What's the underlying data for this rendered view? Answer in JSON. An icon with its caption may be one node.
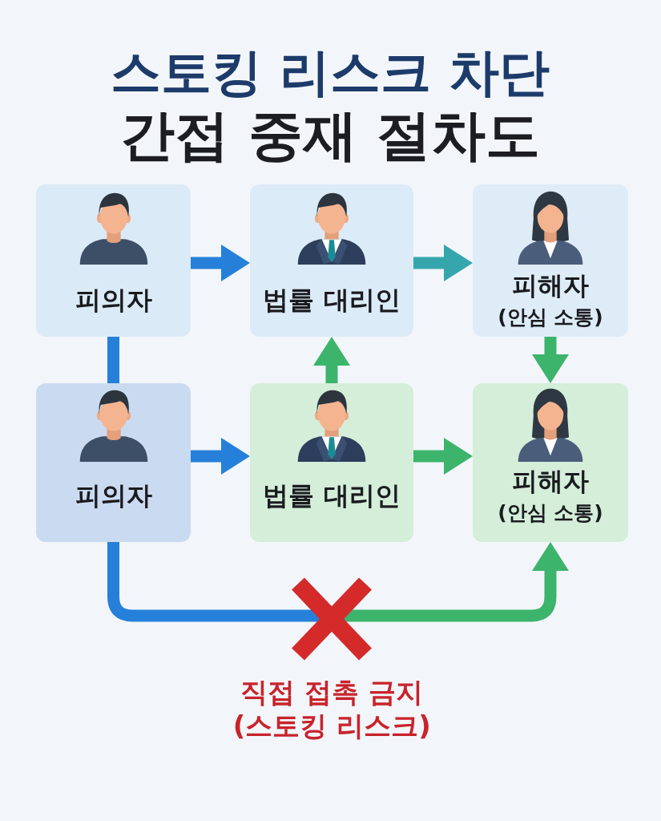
{
  "diagram": {
    "title": "스토킹 리스크 차단 간접 중재 절차도",
    "nodes": [
      {
        "text": [
          "피의자"
        ]
      },
      {
        "text": [
          "법률 대리인"
        ]
      },
      {
        "text": [
          "피해자",
          "(안심 소통)"
        ]
      },
      {
        "text": [
          "피의자"
        ]
      },
      {
        "text": [
          "법률 대리인"
        ]
      },
      {
        "text": [
          "피해자",
          "(안심 소통)"
        ]
      }
    ],
    "edges": [
      {
        "from": 0,
        "to": 1,
        "arrow": "to",
        "color": "#2680d9"
      },
      {
        "from": 1,
        "to": 2,
        "arrow": "to",
        "color": "#36a6ad"
      },
      {
        "from": 0,
        "to": 3,
        "arrow": "none",
        "color": "#2680d9"
      },
      {
        "from": 4,
        "to": 1,
        "arrow": "to",
        "color": "#3cb46c"
      },
      {
        "from": 2,
        "to": 5,
        "arrow": "to",
        "color": "#3cb46c"
      },
      {
        "from": 3,
        "to": 4,
        "arrow": "to",
        "color": "#2680d9"
      },
      {
        "from": 4,
        "to": 5,
        "arrow": "to",
        "color": "#3cb46c"
      },
      {
        "from": 3,
        "to": 5,
        "arrow": "to",
        "label": "직접 접촉 금지 (스토킹 리스크)",
        "color": "#3cb46c"
      }
    ]
  }
}
